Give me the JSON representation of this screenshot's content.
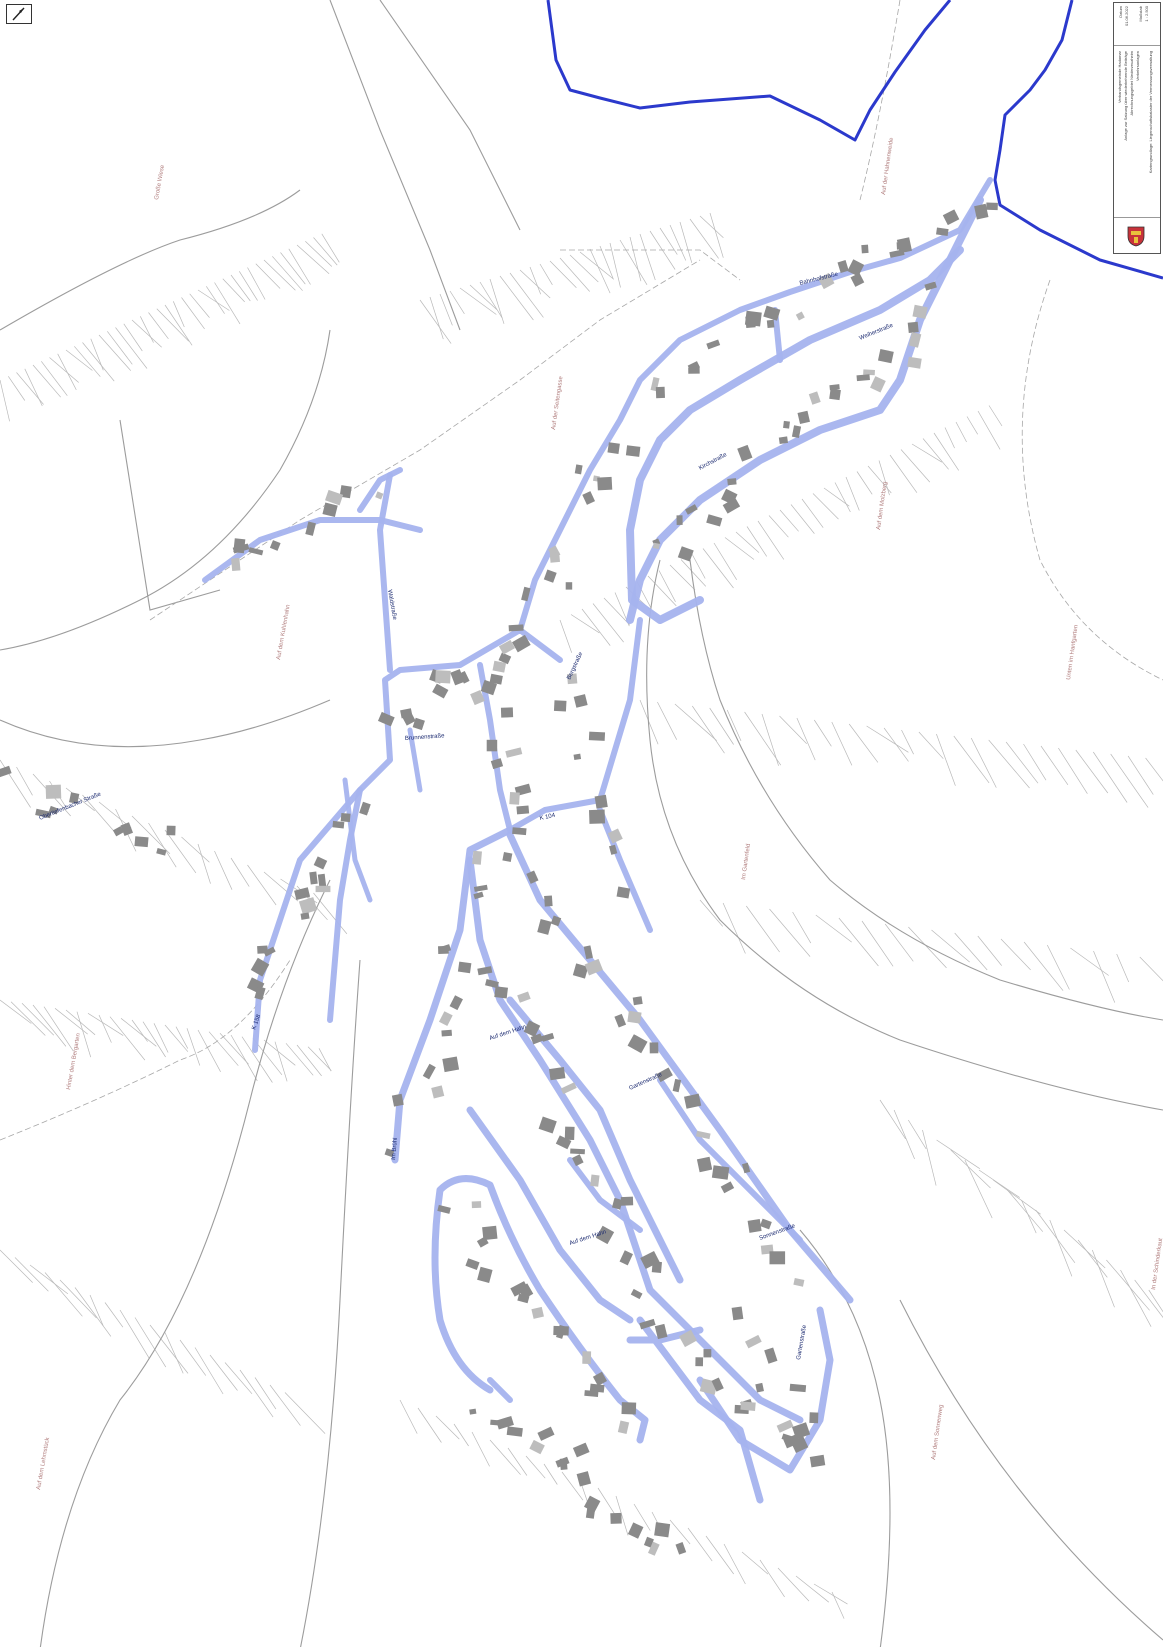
{
  "map": {
    "colors": {
      "road_highlight": "#a5b3ee",
      "boundary": "#2b39cc",
      "building": "#8a8a8a",
      "parcel_line": "#b9b9b9",
      "street_label": "#1b2a70",
      "field_label": "#b07d7d"
    },
    "street_labels": [
      "Bahnhofstraße",
      "Auf dem Hahn",
      "Gartenstraße",
      "Brunnenstraße",
      "Waldstraße",
      "Obertiefenbacher Straße",
      "Bergstraße",
      "Im Brühl",
      "Kirchstraße",
      "Sonnenstraße",
      "Weiherstraße",
      "K 104",
      "K 158",
      "Auf dem Hahn",
      "Gartenstraße"
    ],
    "field_labels": [
      "Große Wiese",
      "Auf dem Kuhlenhahn",
      "Auf der Seitengasse",
      "Auf der Hahnenweide",
      "Auf dem Molzberg",
      "Unten im Hanfgarten",
      "Hinter dem Bergarten",
      "Im Gartenfeld",
      "Auf dem Lehmstück",
      "In der Schinderkaut",
      "Auf dem Sonnenweg"
    ],
    "icons": [
      "north-arrow-icon",
      "municipal-crest-icon"
    ]
  },
  "legend": {
    "title_lines": [
      "Verbandsgemeinde Hadamar",
      "Anlage zur Satzung über wiederkehrende Beiträge",
      "Abrechnungsgebiet Niederzeuzheim",
      "Verkehrsanlagen"
    ],
    "date_label": "Datum",
    "date_value": "01.06.2022",
    "scale_label": "Maßstab",
    "scale_value": "1 : 2.500",
    "note": "Kartengrundlage: Liegenschaftskataster der Vermessungsverwaltung"
  }
}
